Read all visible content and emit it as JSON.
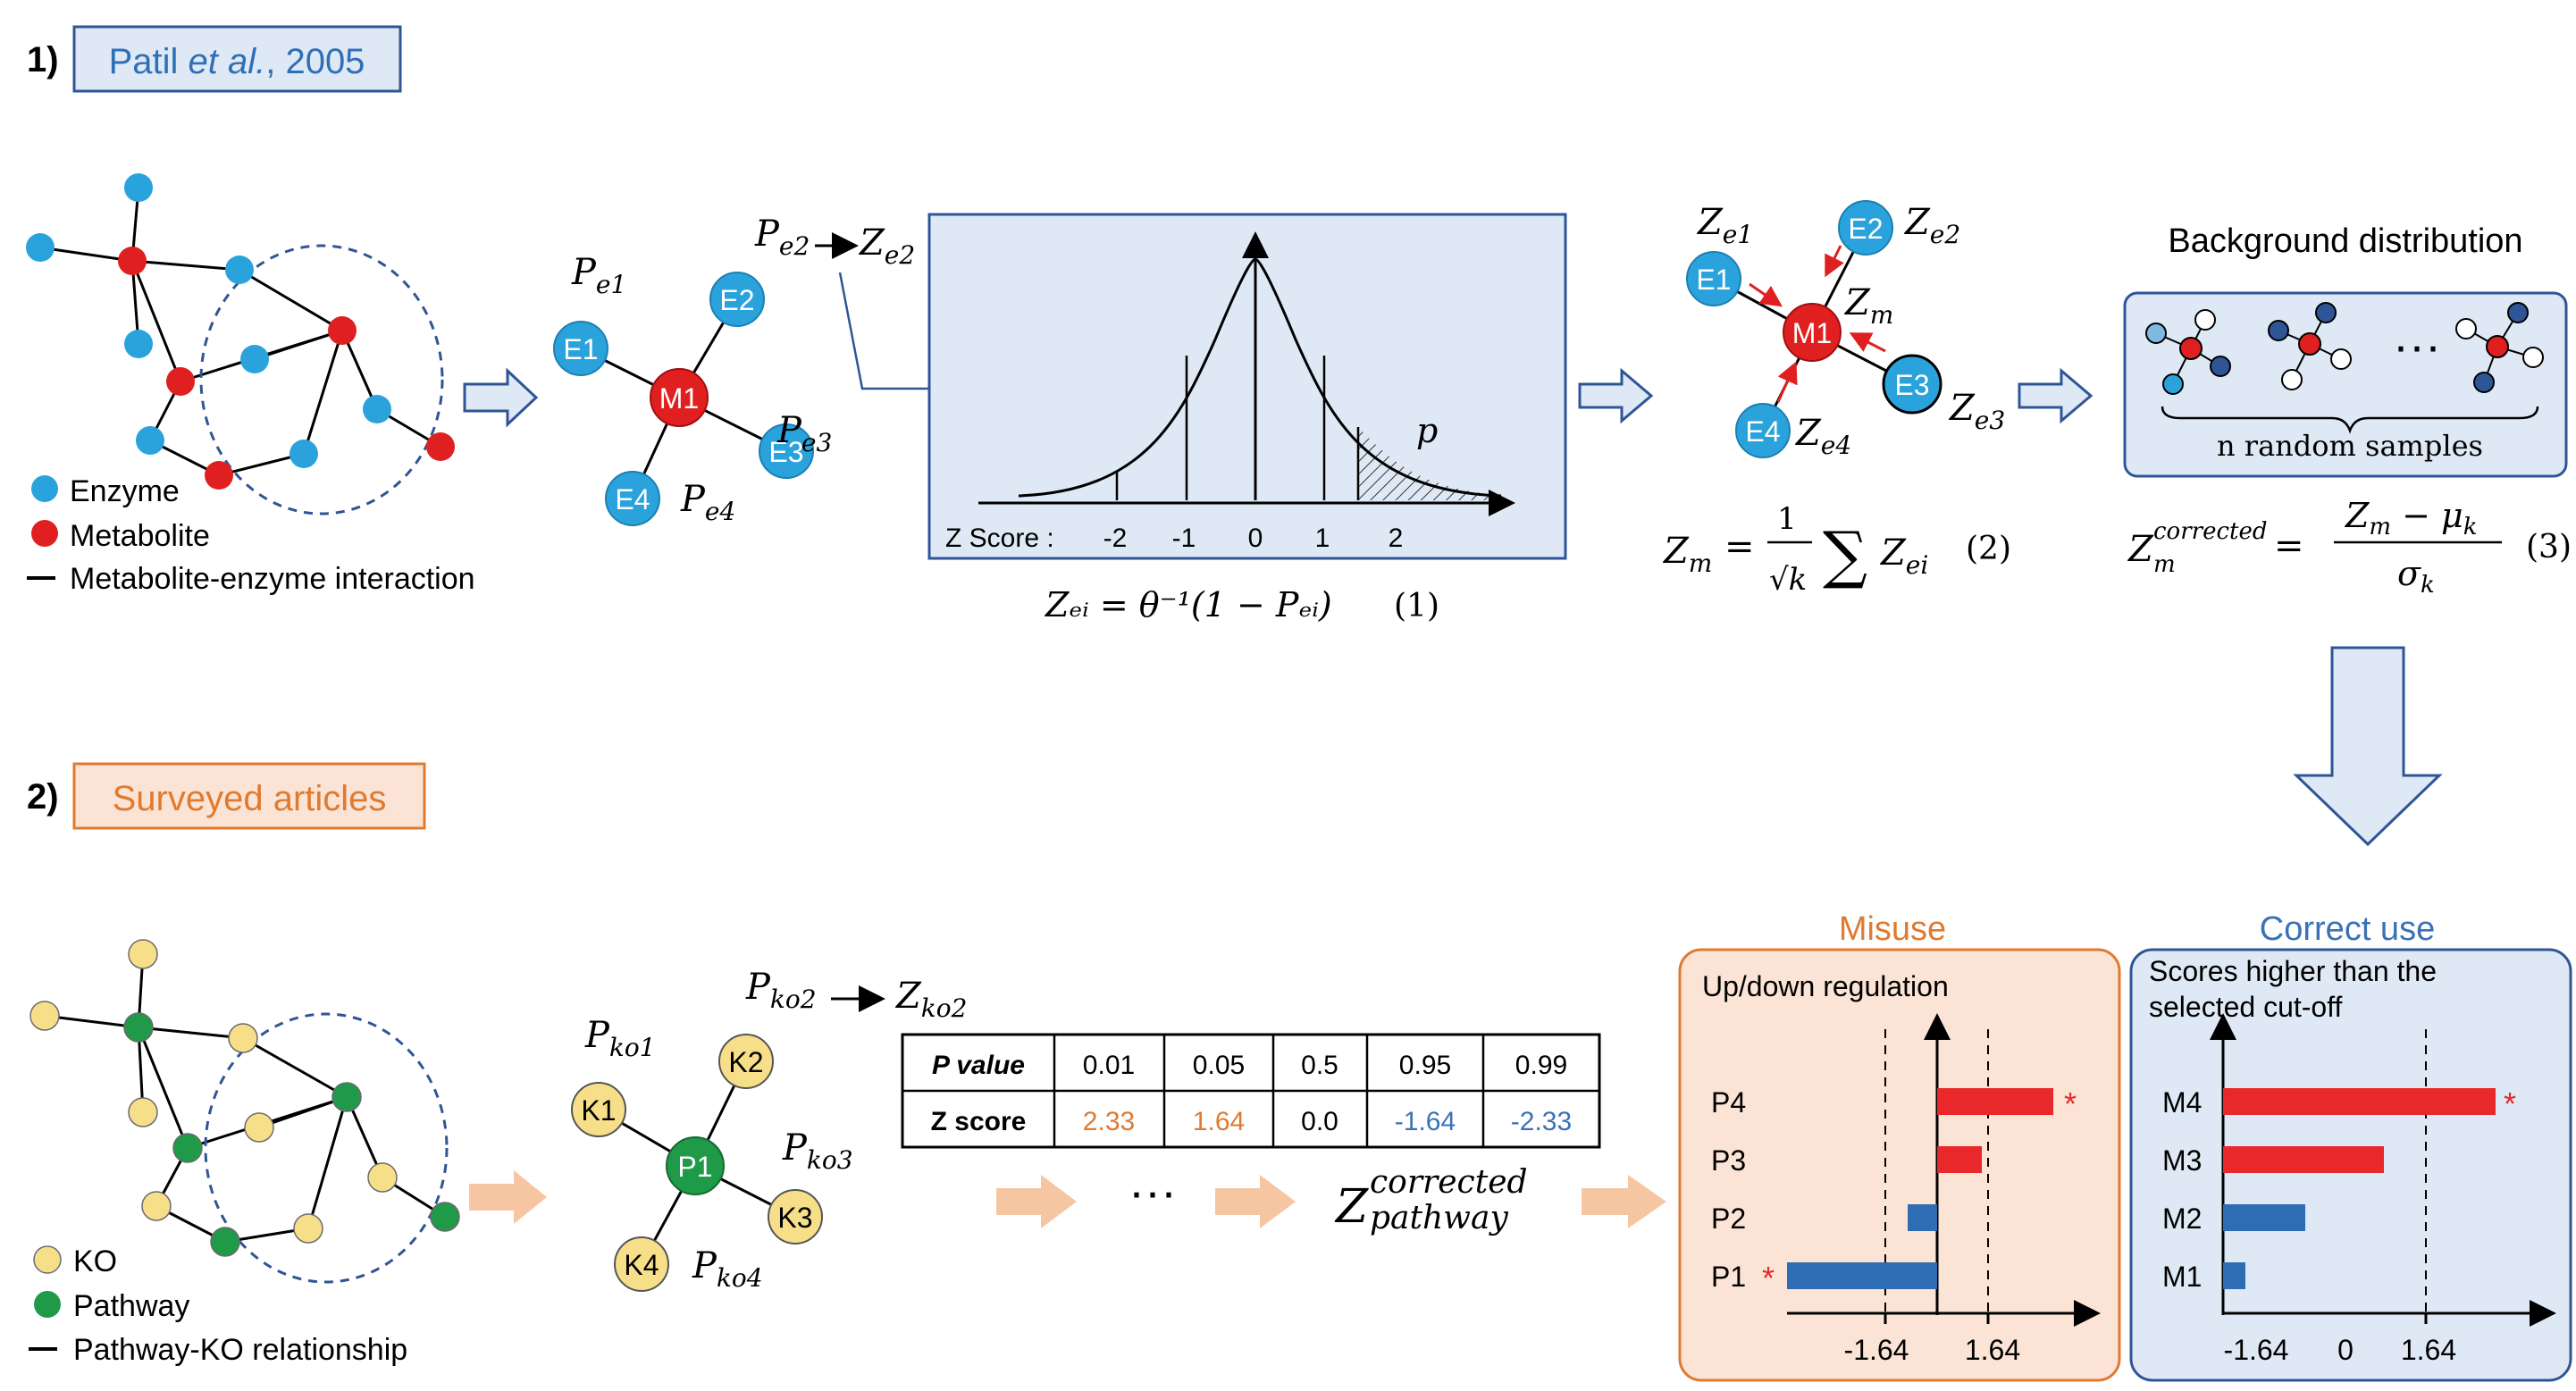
{
  "section1": {
    "number": "1)",
    "title_part1": "Patil ",
    "title_italic": "et al.",
    "title_part2": ", 2005",
    "legend": {
      "enzyme": "Enzyme",
      "metabolite": "Metabolite",
      "interaction": "Metabolite-enzyme interaction"
    },
    "star": {
      "center": "M1",
      "nodes": [
        "E1",
        "E2",
        "E3",
        "E4"
      ],
      "p_labels": [
        "P",
        "e1",
        "P",
        "e2",
        "P",
        "e3",
        "P",
        "e4"
      ]
    },
    "arrow_label_p": "P",
    "arrow_label_p_sub": "e2",
    "arrow_label_z": "Z",
    "arrow_label_z_sub": "e2",
    "zscore_label": "Z Score :",
    "zscore_ticks": [
      "-2",
      "-1",
      "0",
      "1",
      "2"
    ],
    "p_marker": "p",
    "equation1": "Zₑᵢ = θ⁻¹(1 − Pₑᵢ)",
    "equation1_num": "(1)",
    "zstar": {
      "center": "M1",
      "nodes": [
        "E1",
        "E2",
        "E3",
        "E4"
      ],
      "z_labels": [
        "Z",
        "e1",
        "Z",
        "e2",
        "Z",
        "e3",
        "Z",
        "e4",
        "Z",
        "m"
      ]
    },
    "equation2_lhs": "Z",
    "equation2_lhs_sub": "m",
    "equation2_num": "(2)",
    "background_title": "Background distribution",
    "random_samples": "n random samples",
    "dots": "···",
    "equation3_lhs": "Z",
    "equation3_sub": "m",
    "equation3_sup": "corrected",
    "equation3_num": "(3)"
  },
  "section2": {
    "number": "2)",
    "title": "Surveyed articles",
    "legend": {
      "ko": "KO",
      "pathway": "Pathway",
      "relationship": "Pathway-KO relationship"
    },
    "star": {
      "center": "P1",
      "nodes": [
        "K1",
        "K2",
        "K3",
        "K4"
      ],
      "p_labels": [
        "P",
        "ko1",
        "P",
        "ko2",
        "P",
        "ko3",
        "P",
        "ko4"
      ]
    },
    "arrow_label_p": "P",
    "arrow_label_p_sub": "ko2",
    "arrow_label_z": "Z",
    "arrow_label_z_sub": "ko2",
    "table": {
      "row1_header": "P value",
      "row1": [
        "0.01",
        "0.05",
        "0.5",
        "0.95",
        "0.99"
      ],
      "row2_header": "Z score",
      "row2": [
        "2.33",
        "1.64",
        "0.0",
        "-1.64",
        "-2.33"
      ]
    },
    "dots": "···",
    "zcorr_main": "Z",
    "zcorr_sup": "corrected",
    "zcorr_sub": "pathway"
  },
  "misuse": {
    "header": "Misuse",
    "subtitle": "Up/down regulation",
    "labels": [
      "P4",
      "P3",
      "P2",
      "P1"
    ],
    "ticks": [
      "-1.64",
      "1.64"
    ],
    "star": "*"
  },
  "correct": {
    "header": "Correct use",
    "subtitle_line1": "Scores higher than the",
    "subtitle_line2": "selected cut-off",
    "labels": [
      "M4",
      "M3",
      "M2",
      "M1"
    ],
    "ticks": [
      "-1.64",
      "0",
      "1.64"
    ],
    "star": "*"
  },
  "colors": {
    "enzyme": "#2aa3dd",
    "metabolite": "#e02020",
    "ko": "#f7df8a",
    "pathway": "#1e9a48",
    "blue_box_fill": "#dfe9f5",
    "blue_border": "#2f5597",
    "orange_box_fill": "#fbe4d5",
    "orange_border": "#e07a30",
    "orange_text": "#e07a30",
    "blue_text": "#3a72b8",
    "bar_red": "#e8282a",
    "bar_blue": "#2e6db3"
  }
}
